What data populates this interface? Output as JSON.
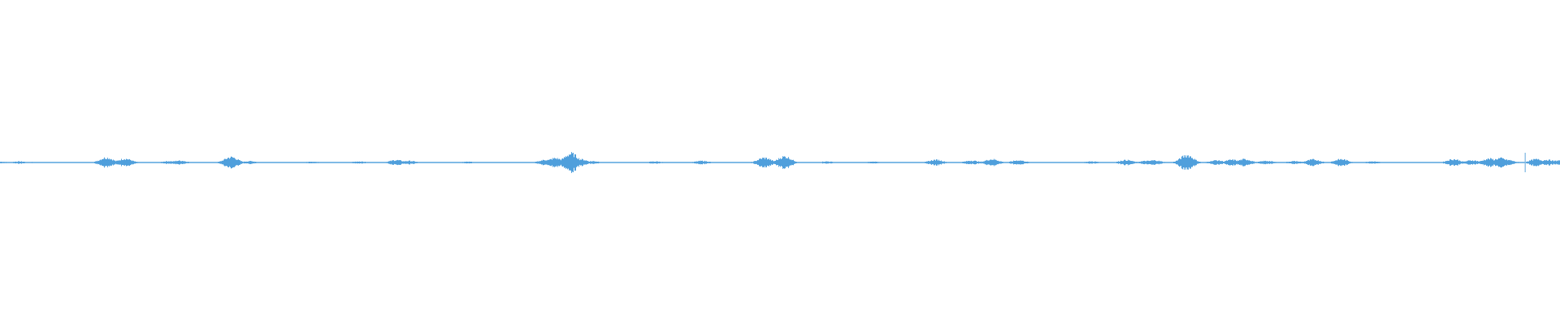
{
  "waveform": {
    "color": "#4f9fdc",
    "playhead_color": "#8cbfe6",
    "amplitude_range": [
      -1,
      1
    ],
    "duration_fraction_playhead": 0.9777,
    "peaks": [
      {
        "t": 0.0,
        "a": 0.03
      },
      {
        "t": 0.012,
        "a": 0.04
      },
      {
        "t": 0.02,
        "a": 0.02
      },
      {
        "t": 0.068,
        "a": 0.18
      },
      {
        "t": 0.074,
        "a": 0.06
      },
      {
        "t": 0.08,
        "a": 0.14
      },
      {
        "t": 0.108,
        "a": 0.05
      },
      {
        "t": 0.115,
        "a": 0.07
      },
      {
        "t": 0.148,
        "a": 0.2
      },
      {
        "t": 0.16,
        "a": 0.05
      },
      {
        "t": 0.2,
        "a": 0.03
      },
      {
        "t": 0.23,
        "a": 0.04
      },
      {
        "t": 0.254,
        "a": 0.09
      },
      {
        "t": 0.262,
        "a": 0.06
      },
      {
        "t": 0.3,
        "a": 0.03
      },
      {
        "t": 0.35,
        "a": 0.1
      },
      {
        "t": 0.356,
        "a": 0.16
      },
      {
        "t": 0.362,
        "a": 0.14
      },
      {
        "t": 0.366,
        "a": 0.33
      },
      {
        "t": 0.372,
        "a": 0.12
      },
      {
        "t": 0.38,
        "a": 0.05
      },
      {
        "t": 0.42,
        "a": 0.04
      },
      {
        "t": 0.45,
        "a": 0.06
      },
      {
        "t": 0.49,
        "a": 0.17
      },
      {
        "t": 0.503,
        "a": 0.22
      },
      {
        "t": 0.53,
        "a": 0.04
      },
      {
        "t": 0.56,
        "a": 0.03
      },
      {
        "t": 0.6,
        "a": 0.1
      },
      {
        "t": 0.623,
        "a": 0.07
      },
      {
        "t": 0.636,
        "a": 0.12
      },
      {
        "t": 0.653,
        "a": 0.08
      },
      {
        "t": 0.7,
        "a": 0.04
      },
      {
        "t": 0.722,
        "a": 0.09
      },
      {
        "t": 0.735,
        "a": 0.06
      },
      {
        "t": 0.74,
        "a": 0.08
      },
      {
        "t": 0.761,
        "a": 0.27
      },
      {
        "t": 0.78,
        "a": 0.08
      },
      {
        "t": 0.79,
        "a": 0.1
      },
      {
        "t": 0.798,
        "a": 0.12
      },
      {
        "t": 0.812,
        "a": 0.06
      },
      {
        "t": 0.83,
        "a": 0.05
      },
      {
        "t": 0.842,
        "a": 0.11
      },
      {
        "t": 0.86,
        "a": 0.12
      },
      {
        "t": 0.88,
        "a": 0.04
      },
      {
        "t": 0.932,
        "a": 0.12
      },
      {
        "t": 0.944,
        "a": 0.08
      },
      {
        "t": 0.955,
        "a": 0.14
      },
      {
        "t": 0.962,
        "a": 0.16
      },
      {
        "t": 0.966,
        "a": 0.1
      },
      {
        "t": 0.985,
        "a": 0.12
      },
      {
        "t": 0.992,
        "a": 0.1
      },
      {
        "t": 1.0,
        "a": 0.08
      }
    ]
  }
}
